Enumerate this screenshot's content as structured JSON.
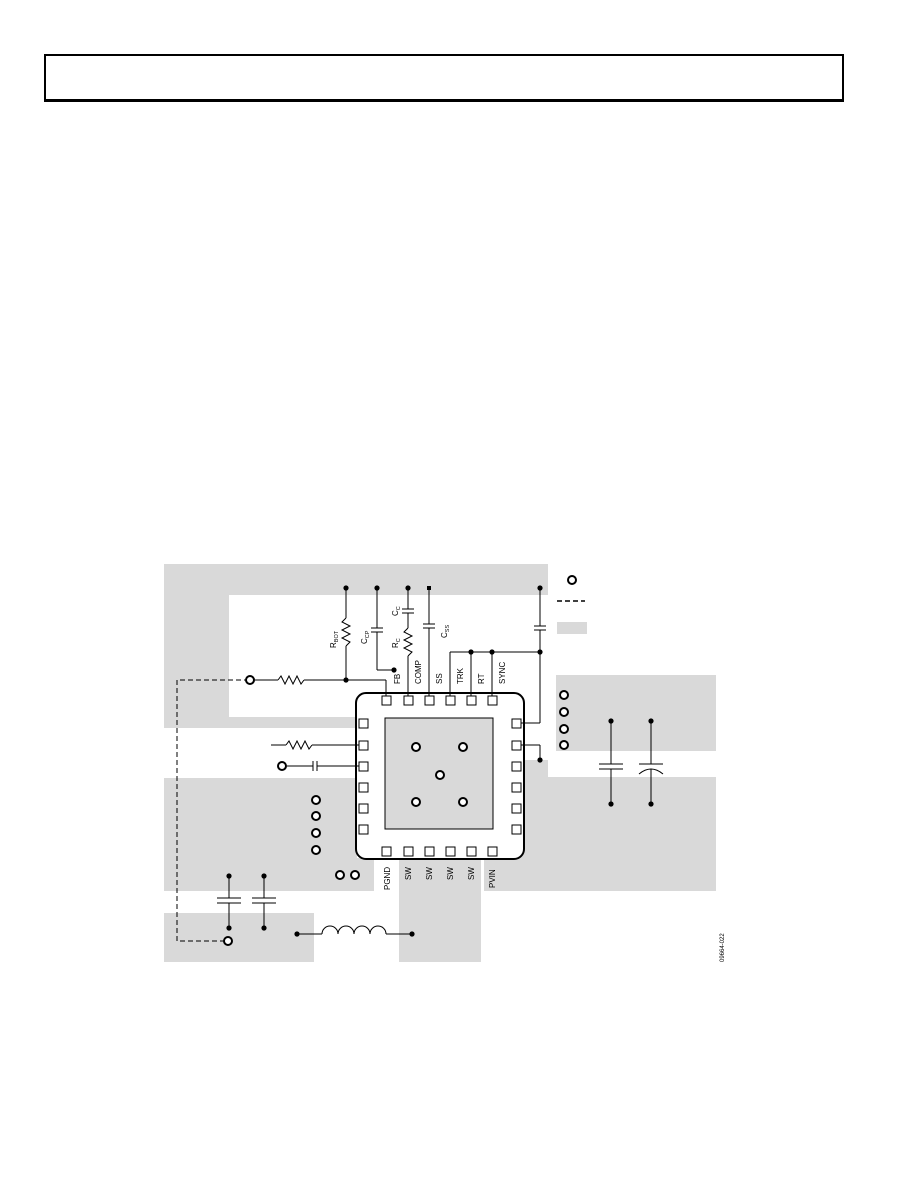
{
  "header": {
    "text": ""
  },
  "schematic": {
    "pins_top": [
      "FB",
      "COMP",
      "SS",
      "TRK",
      "RT",
      "SYNC"
    ],
    "pins_bottom": [
      "PGND",
      "SW",
      "SW",
      "SW",
      "SW",
      "PVIN"
    ],
    "components": {
      "r_bot": {
        "base": "R",
        "sub": "BOT"
      },
      "c_cp": {
        "base": "C",
        "sub": "CP"
      },
      "c_c": {
        "base": "C",
        "sub": "C"
      },
      "r_c": {
        "base": "R",
        "sub": "C"
      },
      "c_ss": {
        "base": "C",
        "sub": "SS"
      }
    },
    "legend": {
      "dashed_line": "",
      "shaded_area": ""
    },
    "figure_id": "09664-022",
    "colors": {
      "plane": "#d9d9d9",
      "line": "#000000",
      "background": "#ffffff"
    }
  }
}
